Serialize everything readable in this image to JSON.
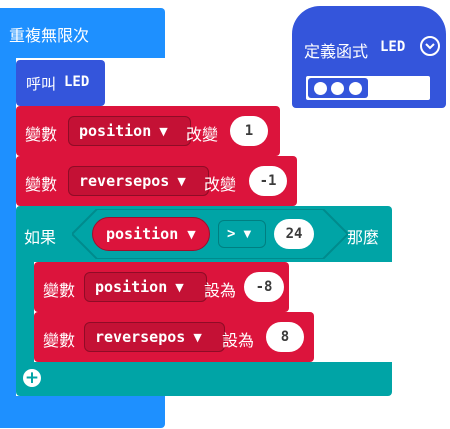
{
  "loop": {
    "label": "重複無限次"
  },
  "call": {
    "label": "呼叫",
    "name": "LED"
  },
  "change_blocks": [
    {
      "prefix": "變數",
      "variable": "position",
      "action": "改變",
      "value": "1"
    },
    {
      "prefix": "變數",
      "variable": "reversepos",
      "action": "改變",
      "value": "-1"
    }
  ],
  "if_block": {
    "if_label": "如果",
    "then_label": "那麼",
    "left_variable": "position",
    "operator": ">",
    "right_value": "24"
  },
  "set_blocks": [
    {
      "prefix": "變數",
      "variable": "position",
      "action": "設為",
      "value": "-8"
    },
    {
      "prefix": "變數",
      "variable": "reversepos",
      "action": "設為",
      "value": "8"
    }
  ],
  "function_def": {
    "label": "定義函式",
    "name": "LED"
  },
  "icons": {
    "dropdown": "caret-down-icon",
    "add": "plus-circle-icon",
    "collapse": "chevron-down-circle-icon",
    "more": "ellipsis-icon"
  },
  "colors": {
    "loop": "#1e90ff",
    "function": "#3455db",
    "variable": "#dc143c",
    "logic": "#00a4a6"
  }
}
